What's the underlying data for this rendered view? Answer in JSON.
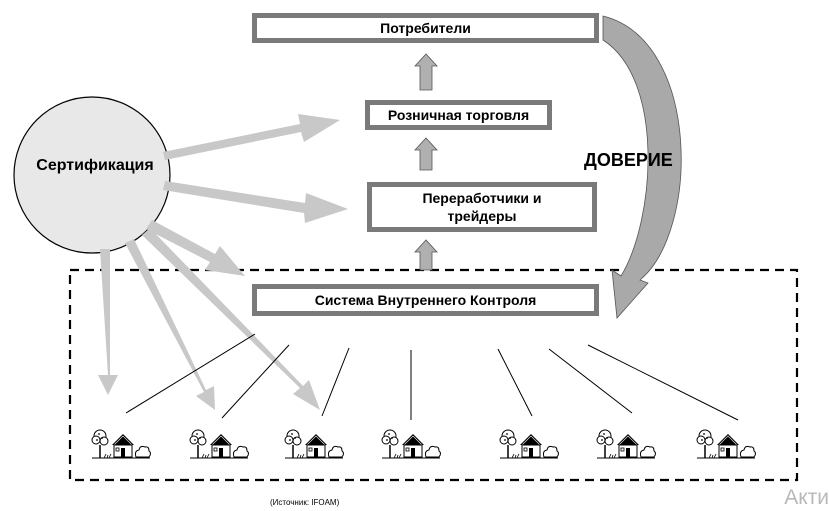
{
  "diagram": {
    "consumers": "Потребители",
    "retail": "Розничная торговля",
    "processors_line1": "Переработчики и",
    "processors_line2": "трейдеры",
    "ics": "Система Внутреннего Контроля",
    "certification": "Сертификация",
    "trust": "ДОВЕРИЕ",
    "source": "(Источник: IFOAM)"
  },
  "watermark": "Акти",
  "colors": {
    "box_border": "#7a7a7a",
    "arrow_fill": "#c8c8c8",
    "circle_fill": "#e8e8e8",
    "trust_arrow": "#a9a9a9"
  },
  "icons": [
    "house-tree-icon"
  ]
}
